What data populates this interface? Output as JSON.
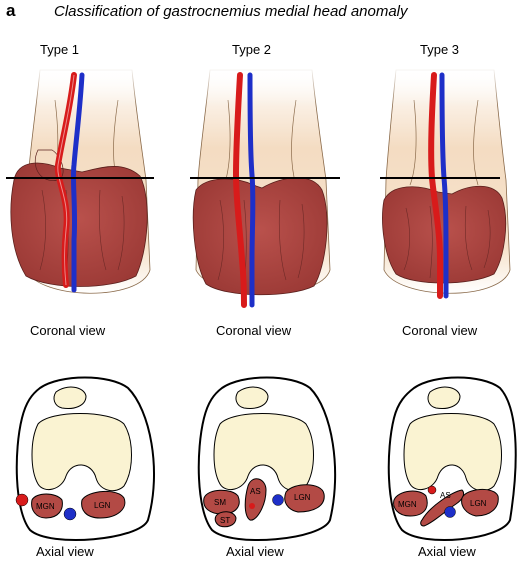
{
  "figure": {
    "panel_letter": "a",
    "title": "Classification of gastrocnemius medial head anomaly"
  },
  "types": [
    {
      "label": "Type 1",
      "view_top": "Coronal view",
      "view_bottom": "Axial view",
      "muscles": [
        "MGN",
        "LGN"
      ]
    },
    {
      "label": "Type 2",
      "view_top": "Coronal view",
      "view_bottom": "Axial view",
      "muscles": [
        "SM",
        "ST",
        "AS",
        "LGN"
      ]
    },
    {
      "label": "Type 3",
      "view_top": "Coronal view",
      "view_bottom": "Axial view",
      "muscles": [
        "MGN",
        "AS",
        "LGN"
      ]
    }
  ],
  "colors": {
    "muscle": "#b34a45",
    "muscle_shade": "#8e2f2c",
    "bone": "#faf3d2",
    "skin": "#f3dcc0",
    "artery": "#d81b1b",
    "vein": "#1e2fc8",
    "outline": "#000000"
  }
}
